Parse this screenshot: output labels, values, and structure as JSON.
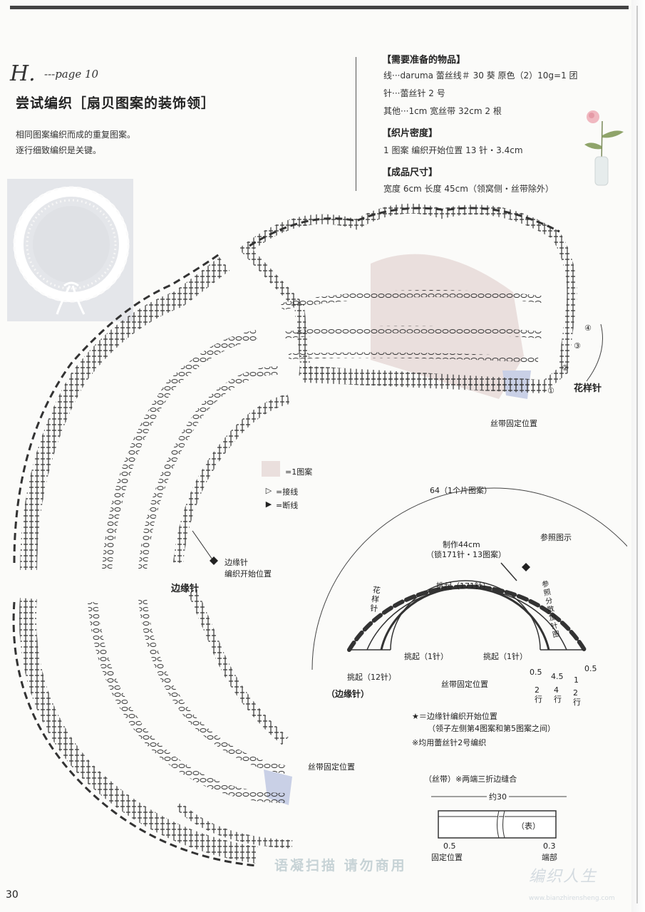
{
  "header": {
    "pattern_letter": "H.",
    "page_ref": "---page 10",
    "title": "尝试编织［扇贝图案的装饰领］",
    "desc1": "相同图案编织而成的重复图案。",
    "desc2": "逐行细致编织是关键。"
  },
  "materials": {
    "heading": "【需要准备的物品】",
    "line1": "线···daruma 蕾丝线＃ 30 葵  原色（2）10g=1 团",
    "line2": "针···蕾丝针 2 号",
    "line3": "其他···1cm 宽丝带 32cm  2 根"
  },
  "gauge": {
    "heading": "【织片密度】",
    "line1": "1 图案  编织开始位置 13 针・3.4cm"
  },
  "size": {
    "heading": "【成品尺寸】",
    "line1": "宽度 6cm  长度 45cm（领窝侧・丝带除外）"
  },
  "chart": {
    "row_labels": [
      "①",
      "②",
      "③",
      "④"
    ],
    "flower_stitch": "花样针",
    "ribbon_pos_top": "丝带固定位置",
    "legend_motif": "=1图案",
    "legend_join": "=接线",
    "legend_cut": "=断线",
    "edge_start_1": "边缘针",
    "edge_start_2": "编织开始位置",
    "edge_stitch": "边缘针",
    "ribbon_pos_bottom": "丝带固定位置"
  },
  "schematic": {
    "total": "64（1个片图案）",
    "ref_chart": "参照图示",
    "made": "制作44cm",
    "chain": "（锁171针・13图案）",
    "pickup": "挑起（171针）",
    "flower_vertical": "花样针",
    "increase_vertical": "参照分散加针图",
    "pickup_left": "挑起（1针）",
    "pickup_right": "挑起（1针）",
    "pickup_12": "挑起（12针）",
    "edge_stitch": "（边缘针）",
    "ribbon_pos": "丝带固定位置",
    "dims": [
      "0.5",
      "4.5",
      "1",
      "0.5"
    ],
    "rows": [
      "2行",
      "4行",
      "2行"
    ],
    "note1": "★＝边缘针编织开始位置",
    "note2": "（领子左侧第4图案和第5图案之间）",
    "note3": "※均用蕾丝针2号编织"
  },
  "ribbon": {
    "title": "（丝带）※两端三折边缝合",
    "length": "约30",
    "face": "（表）",
    "left_dim": "0.5",
    "left_label": "固定位置",
    "right_dim": "0.3",
    "right_label": "端部"
  },
  "footer": {
    "page_number": "30",
    "watermark": "语凝扫描 请勿商用",
    "logo": "编织人生",
    "logo_url": "www.bianzhirensheng.com"
  }
}
